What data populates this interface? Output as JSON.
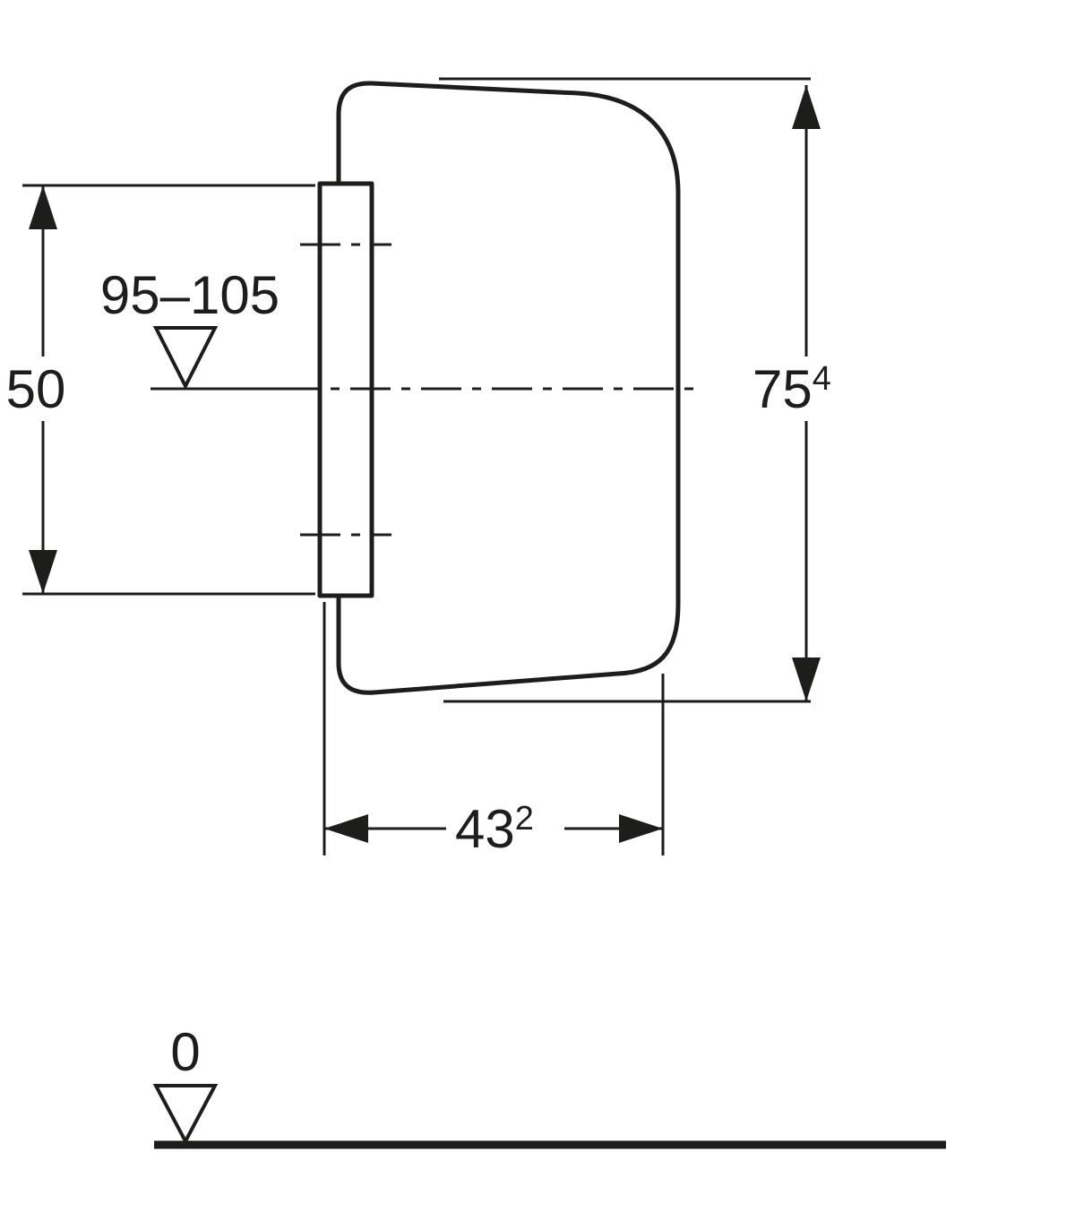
{
  "colors": {
    "line": "#1d1d1b",
    "bg": "#ffffff"
  },
  "diagram": {
    "type": "technical-dimension-drawing",
    "view": "side-profile of wall-hung sanitary unit with mounting plate",
    "dimensions": {
      "left_height": {
        "value": "50"
      },
      "install_range": {
        "value": "95–105"
      },
      "right_height": {
        "value": "75",
        "superscript": "4"
      },
      "depth": {
        "value": "43",
        "superscript": "2"
      },
      "floor_level": {
        "value": "0"
      }
    }
  }
}
